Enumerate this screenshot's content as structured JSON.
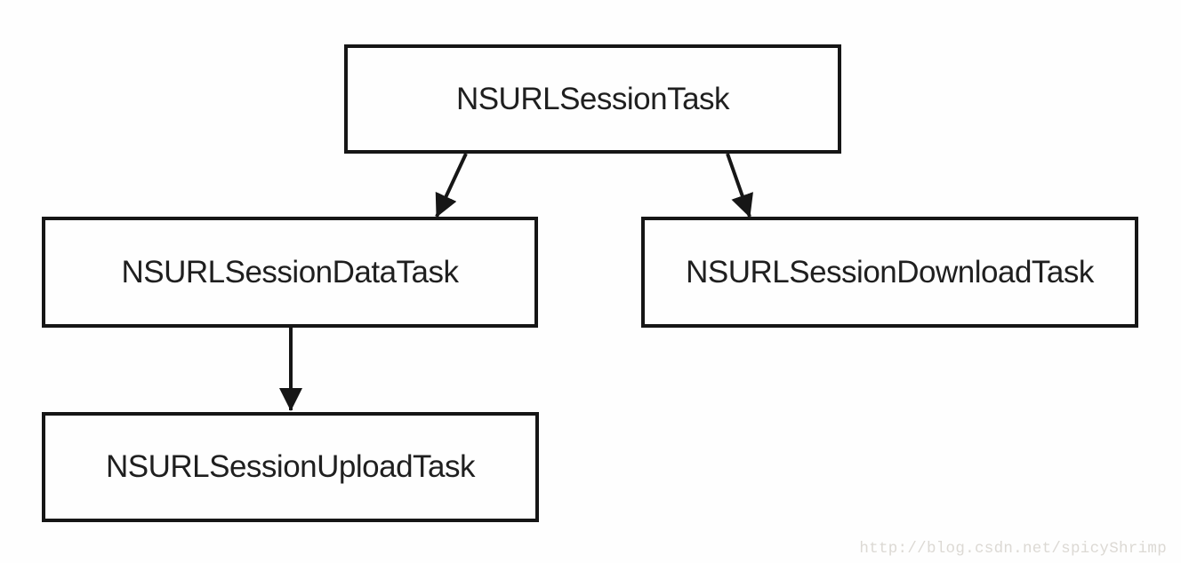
{
  "diagram": {
    "type": "class-hierarchy",
    "nodes": [
      {
        "id": "task",
        "label": "NSURLSessionTask"
      },
      {
        "id": "data",
        "label": "NSURLSessionDataTask"
      },
      {
        "id": "download",
        "label": "NSURLSessionDownloadTask"
      },
      {
        "id": "upload",
        "label": "NSURLSessionUploadTask"
      }
    ],
    "edges": [
      {
        "from": "NSURLSessionTask",
        "to": "NSURLSessionDataTask"
      },
      {
        "from": "NSURLSessionTask",
        "to": "NSURLSessionDownloadTask"
      },
      {
        "from": "NSURLSessionDataTask",
        "to": "NSURLSessionUploadTask"
      }
    ],
    "colors": {
      "line": "#161616",
      "text": "#1f1f1f",
      "background": "#fefefe",
      "watermark": "#dcd9d4"
    }
  },
  "watermark": {
    "text": "http://blog.csdn.net/spicyShrimp"
  }
}
